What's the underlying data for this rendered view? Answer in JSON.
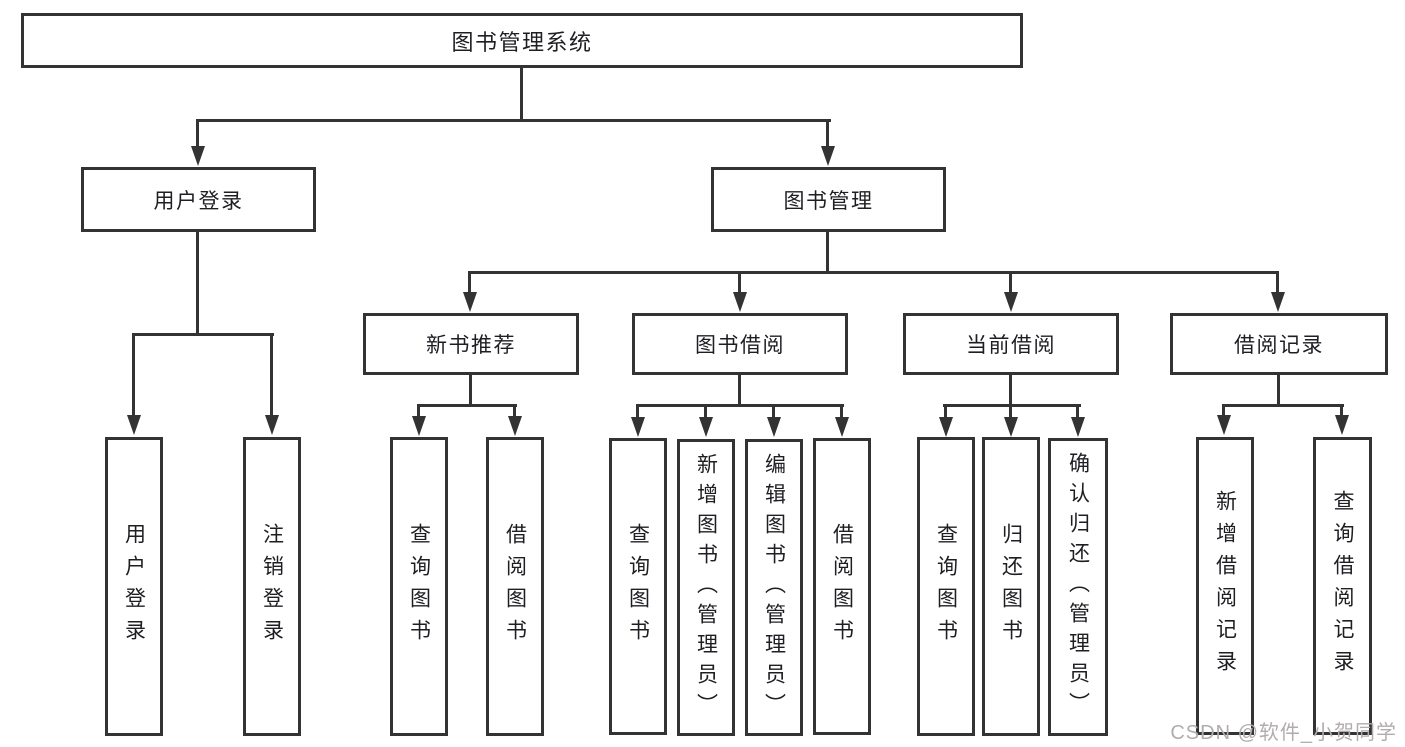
{
  "diagram": {
    "root": {
      "label": "图书管理系统"
    },
    "branches": {
      "user_login": {
        "label": "用户登录",
        "children": [
          {
            "label": "用户登录"
          },
          {
            "label": "注销登录"
          }
        ]
      },
      "book_management": {
        "label": "图书管理",
        "groups": [
          {
            "label": "新书推荐",
            "children": [
              {
                "label": "查询图书"
              },
              {
                "label": "借阅图书"
              }
            ]
          },
          {
            "label": "图书借阅",
            "children": [
              {
                "label": "查询图书"
              },
              {
                "label": "新增图书（管理员）"
              },
              {
                "label": "编辑图书（管理员）"
              },
              {
                "label": "借阅图书"
              }
            ]
          },
          {
            "label": "当前借阅",
            "children": [
              {
                "label": "查询图书"
              },
              {
                "label": "归还图书"
              },
              {
                "label": "确认归还（管理员）"
              }
            ]
          },
          {
            "label": "借阅记录",
            "children": [
              {
                "label": "新增借阅记录"
              },
              {
                "label": "查询借阅记录"
              }
            ]
          }
        ]
      }
    },
    "colors": {
      "line": "#333333",
      "text": "#1f1f23",
      "background": "#ffffff",
      "watermark": "#b2adad"
    },
    "watermark": {
      "text": "CSDN @软件_小贺同学"
    }
  }
}
